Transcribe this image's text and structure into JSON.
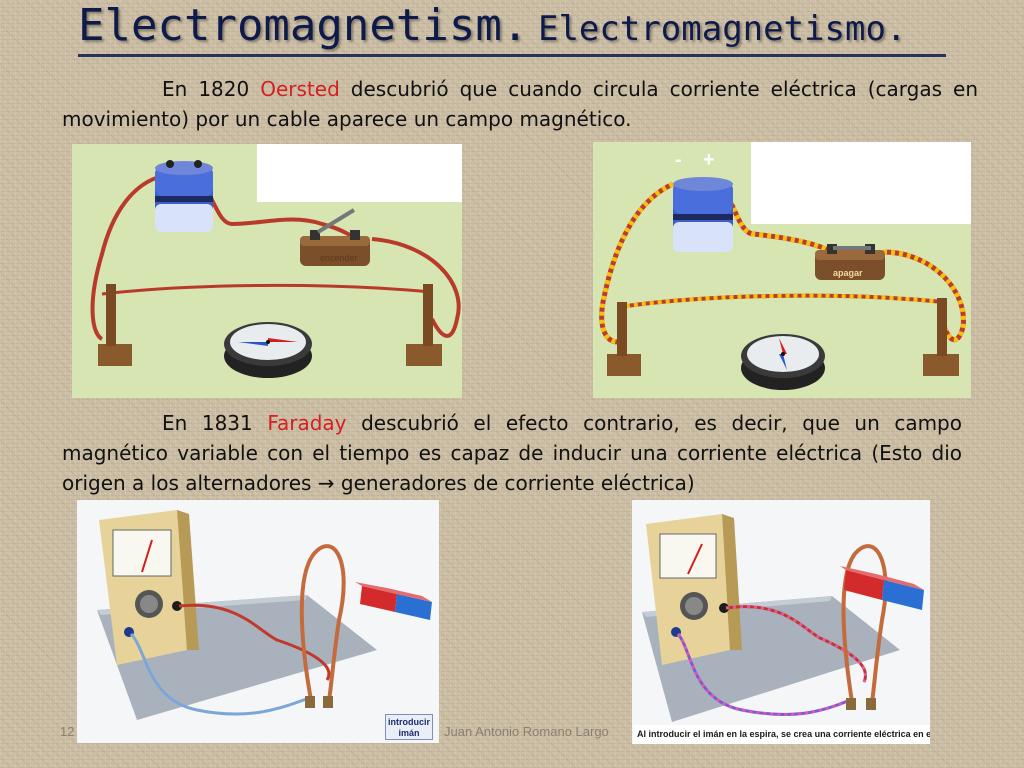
{
  "slide": {
    "title_en": "Electromagnetism.",
    "title_es": "Electromagnetismo.",
    "p1_before": "En 1820 ",
    "p1_name": "Oersted",
    "p1_after": " descubrió que cuando circula corriente eléctrica (cargas en movimiento) por un cable aparece un campo magnético.",
    "p2_before": "En 1831 ",
    "p2_name": "Faraday",
    "p2_after": " descubrió el efecto contrario, es decir, que un campo magnético variable con el tiempo es capaz de inducir una corriente eléctrica (Esto dio origen a los alternadores ",
    "p2_arrow": "→",
    "p2_end": " generadores de corriente eléctrica)",
    "slide_number": "12",
    "footer": "Juan Antonio Romano Largo"
  },
  "figures": {
    "oersted_off_switch_label": "encender",
    "oersted_on_switch_label": "apagar",
    "polarity_minus": "-",
    "polarity_plus": "+",
    "faraday_button": "introducir imán",
    "faraday_caption": "Al introducir el imán en la espira, se crea una corriente eléctrica en ella."
  },
  "colors": {
    "title": "#0d1a4a",
    "highlight": "#d42020",
    "background": "#cdbfa6"
  }
}
